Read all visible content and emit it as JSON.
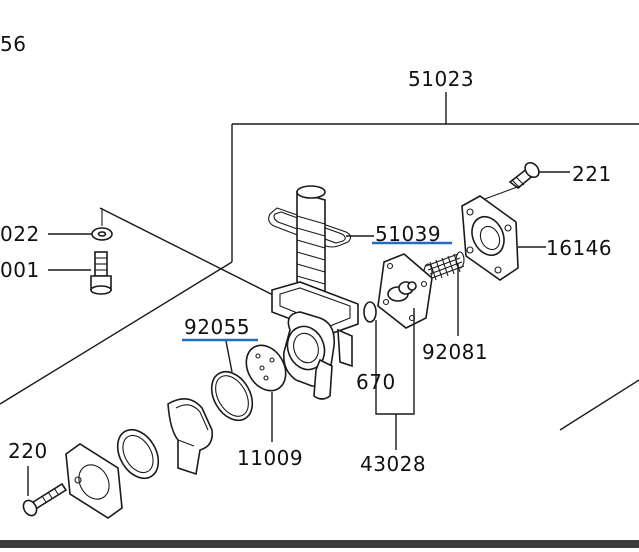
{
  "labels": {
    "top_left": "56",
    "assembly": "51023",
    "screw": "221",
    "washer": "022",
    "bolt": "001",
    "gasket_lever": "51039",
    "cover": "16146",
    "spring": "92081",
    "o_ring": "92055",
    "o_ring_small": "670",
    "diaphragm_plate": "11009",
    "diaphragm": "43028",
    "bottom_screw": "220"
  },
  "colors": {
    "underline": "#1e6fc4",
    "lines": "#1a1a1a"
  }
}
